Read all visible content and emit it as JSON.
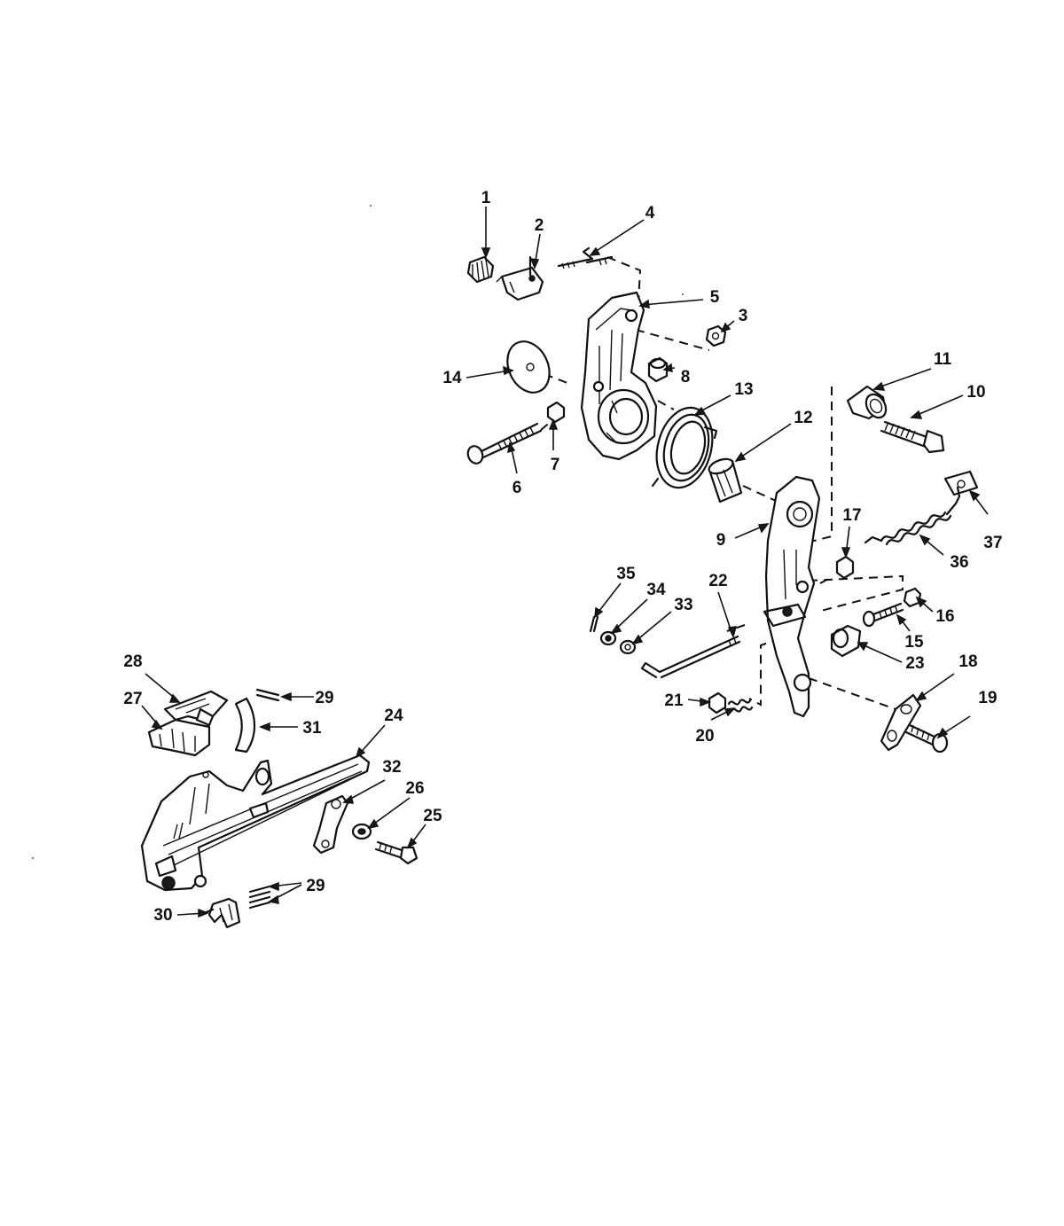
{
  "callouts": [
    {
      "id": "1",
      "label": "1"
    },
    {
      "id": "2",
      "label": "2"
    },
    {
      "id": "3",
      "label": "3"
    },
    {
      "id": "4",
      "label": "4"
    },
    {
      "id": "5",
      "label": "5"
    },
    {
      "id": "6",
      "label": "6"
    },
    {
      "id": "7",
      "label": "7"
    },
    {
      "id": "8",
      "label": "8"
    },
    {
      "id": "9",
      "label": "9"
    },
    {
      "id": "10",
      "label": "10"
    },
    {
      "id": "11",
      "label": "11"
    },
    {
      "id": "12",
      "label": "12"
    },
    {
      "id": "13",
      "label": "13"
    },
    {
      "id": "14",
      "label": "14"
    },
    {
      "id": "15",
      "label": "15"
    },
    {
      "id": "16",
      "label": "16"
    },
    {
      "id": "17",
      "label": "17"
    },
    {
      "id": "18",
      "label": "18"
    },
    {
      "id": "19",
      "label": "19"
    },
    {
      "id": "20",
      "label": "20"
    },
    {
      "id": "21",
      "label": "21"
    },
    {
      "id": "22",
      "label": "22"
    },
    {
      "id": "23",
      "label": "23"
    },
    {
      "id": "24",
      "label": "24"
    },
    {
      "id": "25",
      "label": "25"
    },
    {
      "id": "26",
      "label": "26"
    },
    {
      "id": "27",
      "label": "27"
    },
    {
      "id": "28",
      "label": "28"
    },
    {
      "id": "29a",
      "label": "29"
    },
    {
      "id": "29b",
      "label": "29"
    },
    {
      "id": "30",
      "label": "30"
    },
    {
      "id": "31",
      "label": "31"
    },
    {
      "id": "32",
      "label": "32"
    },
    {
      "id": "33",
      "label": "33"
    },
    {
      "id": "34",
      "label": "34"
    },
    {
      "id": "35",
      "label": "35"
    },
    {
      "id": "36",
      "label": "36"
    },
    {
      "id": "37",
      "label": "37"
    }
  ]
}
